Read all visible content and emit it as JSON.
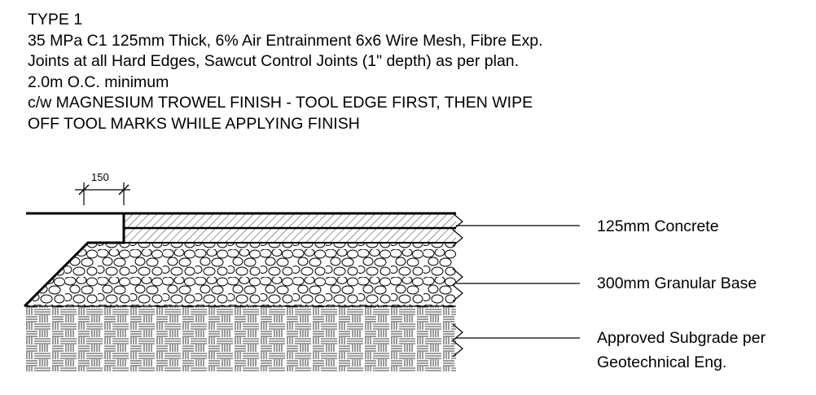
{
  "notes": {
    "type_title": "TYPE 1",
    "line1": "35 MPa C1 125mm Thick, 6% Air Entrainment 6x6 Wire Mesh, Fibre Exp.",
    "line2": "Joints at all Hard Edges, Sawcut Control Joints (1\" depth) as per plan.",
    "line3": "2.0m O.C. minimum",
    "line4": "c/w  MAGNESIUM TROWEL FINISH - TOOL EDGE FIRST, THEN WIPE",
    "line5": "OFF TOOL MARKS WHILE APPLYING FINISH"
  },
  "dimension": {
    "value": "150"
  },
  "layers": {
    "concrete": "125mm Concrete",
    "granular": "300mm Granular Base",
    "subgrade_line1": "Approved Subgrade per",
    "subgrade_line2": "Geotechnical Eng."
  }
}
